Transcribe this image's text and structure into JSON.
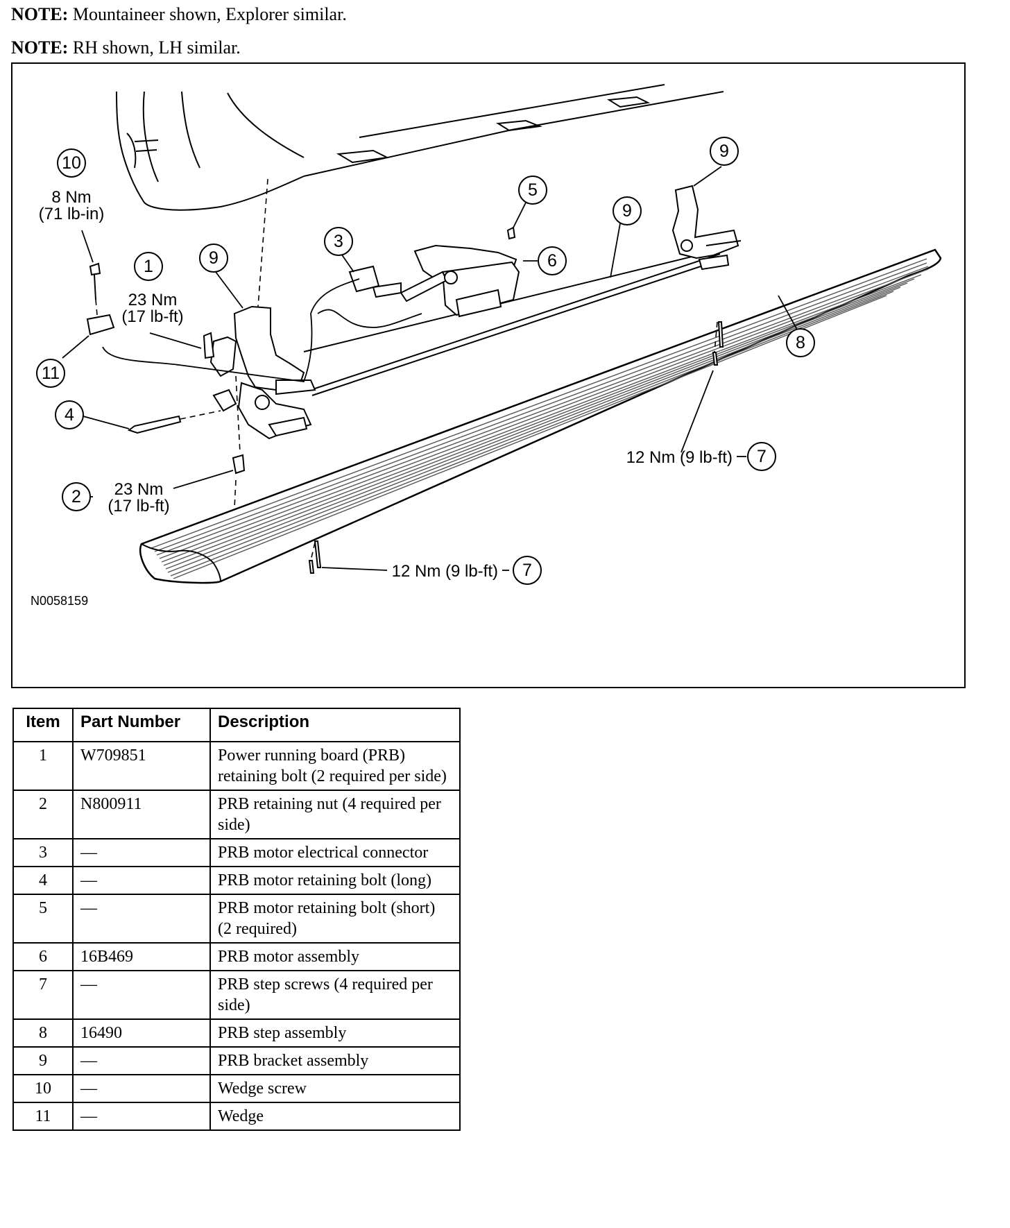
{
  "notes": [
    {
      "label": "NOTE:",
      "text": "Mountaineer shown, Explorer similar."
    },
    {
      "label": "NOTE:",
      "text": "RH shown, LH similar."
    }
  ],
  "figure": {
    "figure_id": "N0058159",
    "callouts": [
      {
        "num": "10",
        "torque": [
          "8 Nm",
          "(71 lb-in)"
        ]
      },
      {
        "num": "1",
        "torque": [
          "23 Nm",
          "(17 lb-ft)"
        ]
      },
      {
        "num": "9"
      },
      {
        "num": "3"
      },
      {
        "num": "5"
      },
      {
        "num": "6"
      },
      {
        "num": "9"
      },
      {
        "num": "9"
      },
      {
        "num": "8"
      },
      {
        "num": "11"
      },
      {
        "num": "4"
      },
      {
        "num": "7",
        "torque": [
          "12 Nm (9 lb-ft)"
        ]
      },
      {
        "num": "2",
        "torque": [
          "23 Nm",
          "(17 lb-ft)"
        ]
      },
      {
        "num": "7",
        "torque": [
          "12 Nm (9 lb-ft)"
        ]
      }
    ]
  },
  "table": {
    "headers": [
      "Item",
      "Part Number",
      "Description"
    ],
    "rows": [
      {
        "item": "1",
        "part": "W709851",
        "desc": "Power running board (PRB) retaining bolt (2 required per side)"
      },
      {
        "item": "2",
        "part": "N800911",
        "desc": "PRB retaining nut (4 required per side)"
      },
      {
        "item": "3",
        "part": "—",
        "desc": "PRB motor electrical connector"
      },
      {
        "item": "4",
        "part": "—",
        "desc": "PRB motor retaining bolt (long)"
      },
      {
        "item": "5",
        "part": "—",
        "desc": "PRB motor retaining bolt (short) (2 required)"
      },
      {
        "item": "6",
        "part": "16B469",
        "desc": "PRB motor assembly"
      },
      {
        "item": "7",
        "part": "—",
        "desc": "PRB step screws (4 required per side)"
      },
      {
        "item": "8",
        "part": "16490",
        "desc": "PRB step assembly"
      },
      {
        "item": "9",
        "part": "—",
        "desc": "PRB bracket assembly"
      },
      {
        "item": "10",
        "part": "—",
        "desc": "Wedge screw"
      },
      {
        "item": "11",
        "part": "—",
        "desc": "Wedge"
      }
    ]
  }
}
